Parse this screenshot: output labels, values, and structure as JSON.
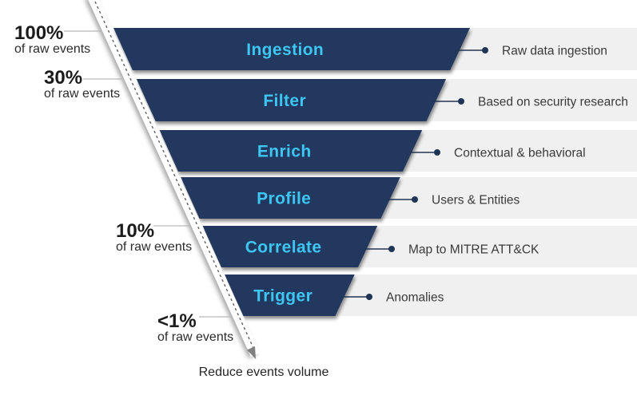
{
  "colors": {
    "bar": "#24395E",
    "stage_text": "#3EC6F3",
    "band": "#F0F0F0",
    "leader": "#1F3555",
    "arrow": "#7F7F7F"
  },
  "funnel": {
    "stages": [
      {
        "label": "Ingestion",
        "description": "Raw data ingestion"
      },
      {
        "label": "Filter",
        "description": "Based on security research"
      },
      {
        "label": "Enrich",
        "description": "Contextual & behavioral"
      },
      {
        "label": "Profile",
        "description": "Users & Entities"
      },
      {
        "label": "Correlate",
        "description": "Map to MITRE ATT&CK"
      },
      {
        "label": "Trigger",
        "description": "Anomalies"
      }
    ]
  },
  "percent_markers": [
    {
      "value": "100%",
      "sub": "of raw events"
    },
    {
      "value": "30%",
      "sub": "of raw events"
    },
    {
      "value": "10%",
      "sub": "of raw events"
    },
    {
      "value": "<1%",
      "sub": "of raw events"
    }
  ],
  "arrow_label": "Reduce events volume"
}
